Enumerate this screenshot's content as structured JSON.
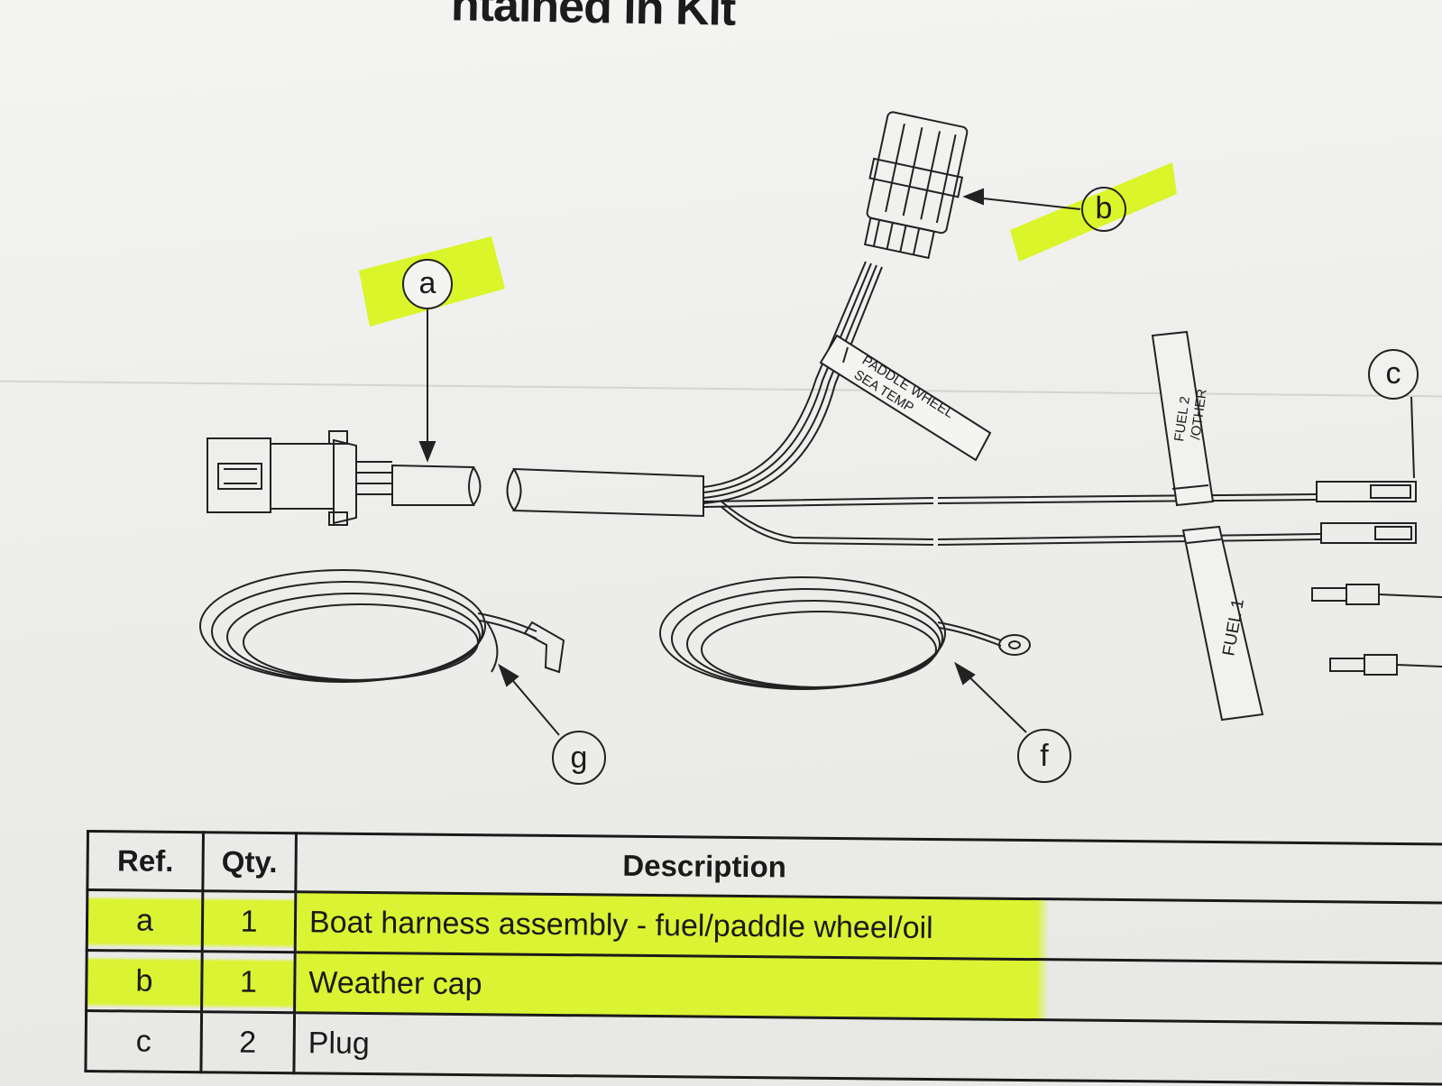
{
  "header": {
    "title": "ntained in Kit"
  },
  "callouts": {
    "a": "a",
    "b": "b",
    "c": "c",
    "f": "f",
    "g": "g"
  },
  "tags": {
    "paddle_line1": "PADDLE WHEEL",
    "paddle_line2": "SEA TEMP",
    "fuel2_line1": "FUEL 2",
    "fuel2_line2": "/OTHER",
    "fuel1": "FUEL 1"
  },
  "table": {
    "headers": {
      "ref": "Ref.",
      "qty": "Qty.",
      "description": "Description"
    },
    "rows": [
      {
        "ref": "a",
        "qty": "1",
        "description": "Boat harness assembly - fuel/paddle wheel/oil",
        "highlighted": true
      },
      {
        "ref": "b",
        "qty": "1",
        "description": "Weather cap",
        "highlighted": true
      },
      {
        "ref": "c",
        "qty": "2",
        "description": "Plug",
        "highlighted": false
      }
    ]
  },
  "colors": {
    "highlighter": "#d7f514",
    "ink": "#1a1a1a",
    "paper": "#f0f0ee"
  }
}
